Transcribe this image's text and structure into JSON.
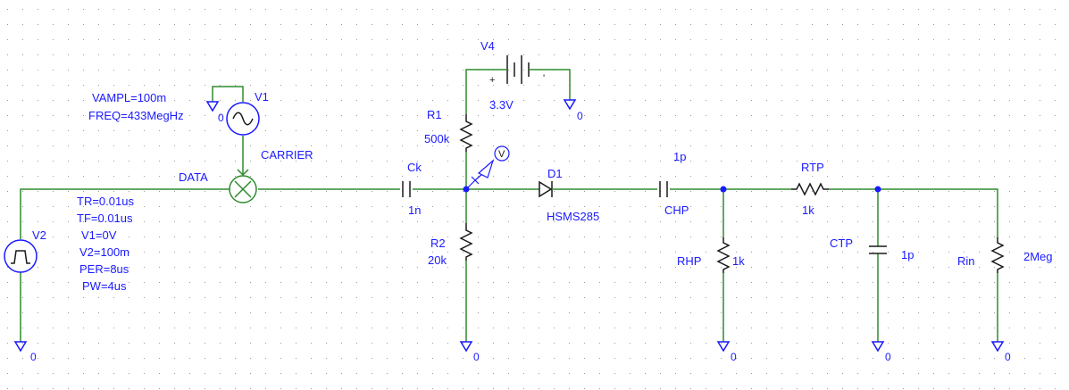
{
  "schematic": {
    "v1": {
      "ref": "V1",
      "vampl": "VAMPL=100m",
      "freq": "FREQ=433MegHz",
      "gnd": "0"
    },
    "v2": {
      "ref": "V2",
      "tr": "TR=0.01us",
      "tf": "TF=0.01us",
      "v1": "V1=0V",
      "v2": "V2=100m",
      "per": "PER=8us",
      "pw": "PW=4us",
      "gnd": "0"
    },
    "nets": {
      "carrier": "CARRIER",
      "data": "DATA"
    },
    "v4": {
      "ref": "V4",
      "value": "3.3V",
      "plus": "+",
      "minus": "'",
      "gnd": "0"
    },
    "r1": {
      "ref": "R1",
      "value": "500k"
    },
    "r2": {
      "ref": "R2",
      "value": "20k",
      "gnd": "0"
    },
    "ck": {
      "ref": "Ck",
      "value": "1n"
    },
    "probe": {
      "symbol": "V"
    },
    "d1": {
      "ref": "D1",
      "model": "HSMS285"
    },
    "chp": {
      "ref": "CHP",
      "value": "1p"
    },
    "rhp": {
      "ref": "RHP",
      "value": "1k",
      "gnd": "0"
    },
    "rtp": {
      "ref": "RTP",
      "value": "1k"
    },
    "ctp": {
      "ref": "CTP",
      "value": "1p",
      "gnd": "0"
    },
    "rin": {
      "ref": "Rin",
      "value": "2Meg",
      "gnd": "0"
    }
  },
  "colors": {
    "wire": "#2e8b2e",
    "label": "#1a1aff",
    "part": "#1a1a1a",
    "grid": "#9a9a9a"
  }
}
